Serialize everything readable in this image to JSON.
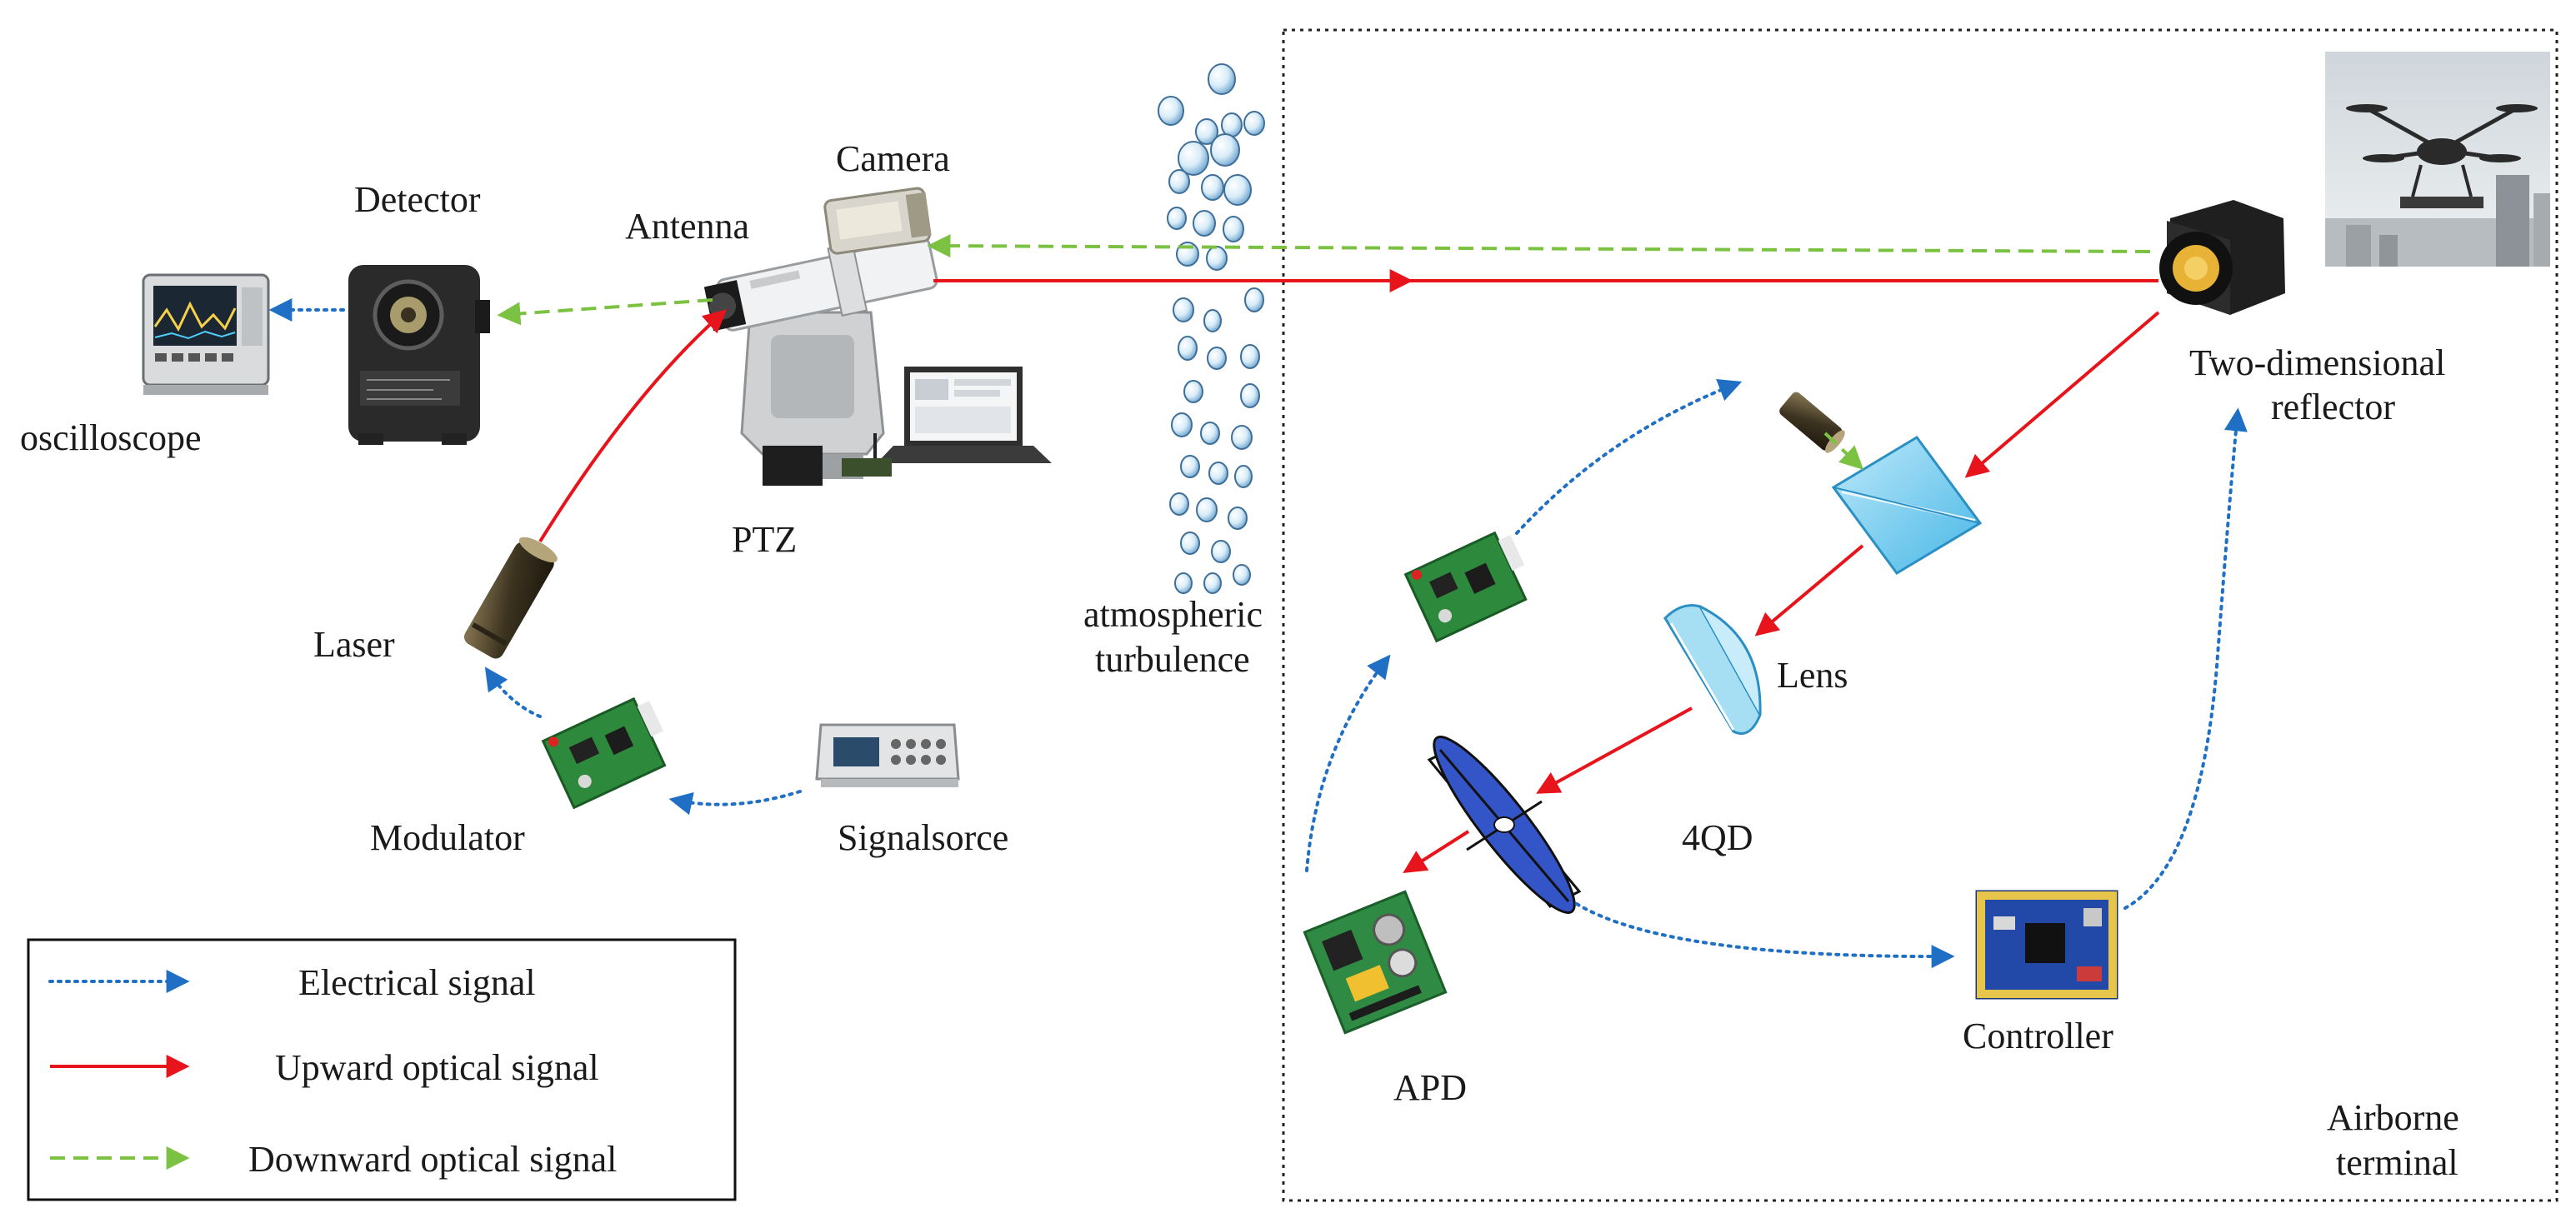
{
  "labels": {
    "detector": "Detector",
    "camera": "Camera",
    "antenna": "Antenna",
    "oscilloscope": "oscilloscope",
    "ptz": "PTZ",
    "laser": "Laser",
    "modulator": "Modulator",
    "signal_source": "Signalsorce",
    "turbulence_line1": "atmospheric",
    "turbulence_line2": "turbulence",
    "reflector_line1": "Two-dimensional",
    "reflector_line2": "reflector",
    "lens": "Lens",
    "qd": "4QD",
    "apd": "APD",
    "controller": "Controller",
    "terminal_line1": "Airborne",
    "terminal_line2": "terminal"
  },
  "legend": {
    "items": [
      {
        "label": "Electrical signal",
        "color": "#1f6fc5",
        "style": "dotted"
      },
      {
        "label": "Upward optical signal",
        "color": "#e8141c",
        "style": "solid"
      },
      {
        "label": "Downward optical signal",
        "color": "#7cc242",
        "style": "dashed"
      }
    ]
  },
  "colors": {
    "electrical": "#1f6fc5",
    "upward": "#e8141c",
    "downward": "#7cc242",
    "prism": "#7fd3f2",
    "qd_disc": "#3455c8"
  }
}
